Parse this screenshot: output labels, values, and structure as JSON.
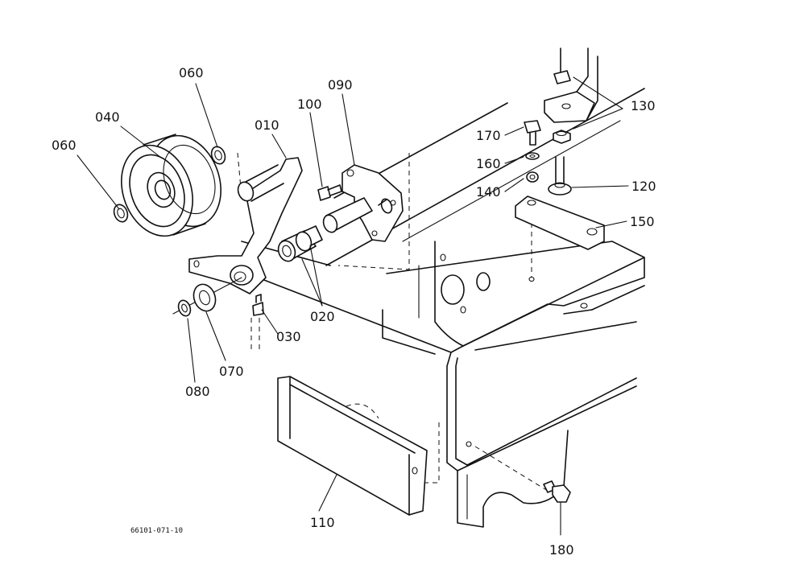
{
  "parts": {
    "p010": "010",
    "p020": "020",
    "p030": "030",
    "p040": "040",
    "p060a": "060",
    "p060b": "060",
    "p070": "070",
    "p080": "080",
    "p090": "090",
    "p100": "100",
    "p110": "110",
    "p120": "120",
    "p130": "130",
    "p140": "140",
    "p150": "150",
    "p160": "160",
    "p170": "170",
    "p180": "180"
  },
  "drawing_code": "66101-071-10"
}
